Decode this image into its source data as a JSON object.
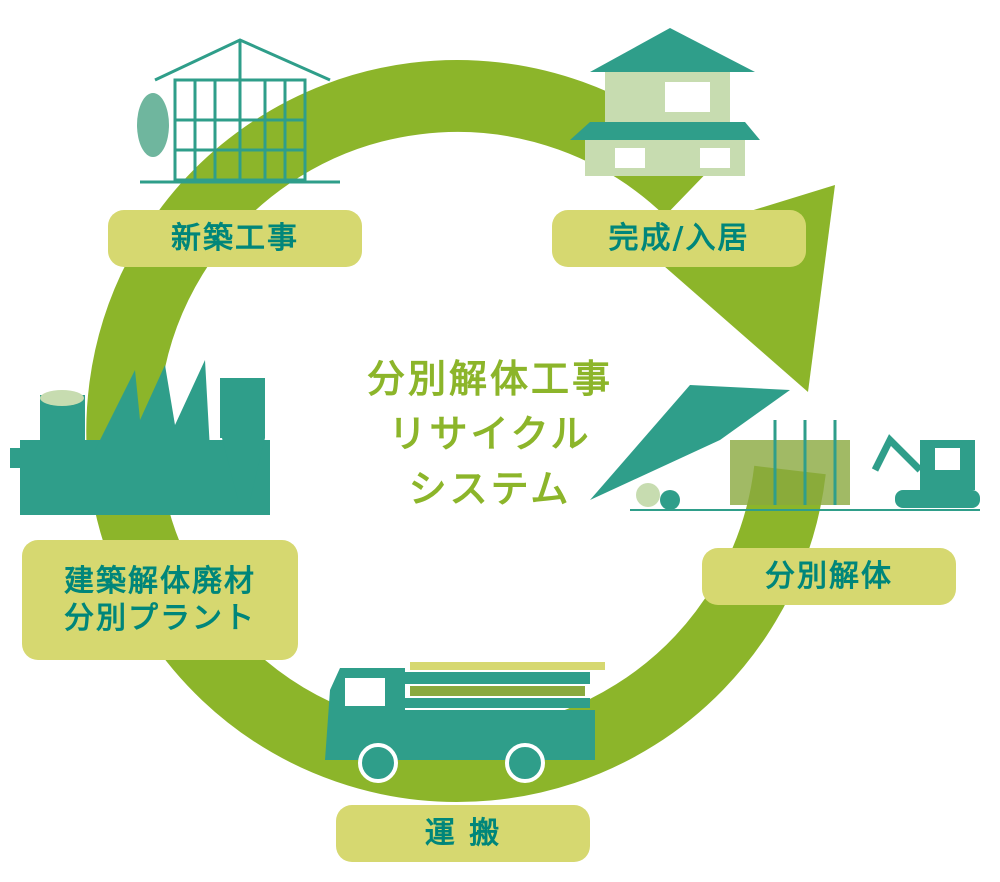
{
  "colors": {
    "ring": "#8cb52a",
    "label_bg": "#d6d870",
    "label_text": "#00867a",
    "illustration": "#2f9e8a"
  },
  "center_title": [
    "分別解体工事",
    "リサイクル",
    "システム"
  ],
  "stages": [
    {
      "label": "新築工事",
      "icon": "house-frame-icon"
    },
    {
      "label": "完成/入居",
      "icon": "house-icon"
    },
    {
      "label": "分別解体",
      "icon": "excavator-demolition-icon"
    },
    {
      "label": "運 搬",
      "icon": "truck-icon"
    },
    {
      "label_lines": [
        "建築解体廃材",
        "分別プラント"
      ],
      "icon": "factory-plant-icon"
    }
  ]
}
